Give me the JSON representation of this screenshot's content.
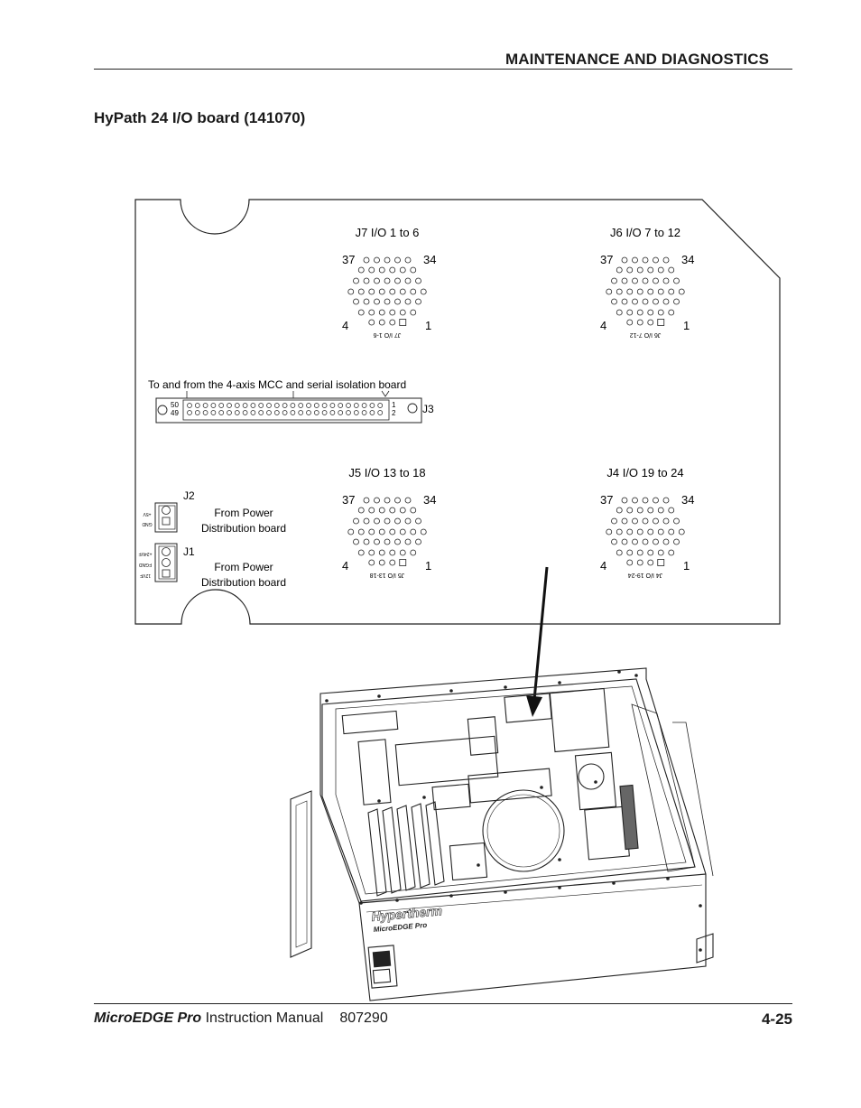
{
  "header": {
    "title": "MAINTENANCE AND DIAGNOSTICS"
  },
  "section": {
    "title": "HyPath 24 I/O board (141070)"
  },
  "board": {
    "connectors": [
      {
        "title": "J7 I/O 1 to 6",
        "pin_tl": "37",
        "pin_tr": "34",
        "pin_bl": "4",
        "pin_br": "1",
        "silk": "J7 I/O 1-6"
      },
      {
        "title": "J6 I/O 7 to 12",
        "pin_tl": "37",
        "pin_tr": "34",
        "pin_bl": "4",
        "pin_br": "1",
        "silk": "J6 I/O 7-12"
      },
      {
        "title": "J5 I/O 13 to 18",
        "pin_tl": "37",
        "pin_tr": "34",
        "pin_bl": "4",
        "pin_br": "1",
        "silk": "J5 I/O 13-18"
      },
      {
        "title": "J4 I/O 19 to 24",
        "pin_tl": "37",
        "pin_tr": "34",
        "pin_bl": "4",
        "pin_br": "1",
        "silk": "J4 I/O 19-24"
      }
    ],
    "j3": {
      "caption": "To and from the 4-axis MCC and serial isolation board",
      "label": "J3",
      "pin_top_left": "50",
      "pin_bottom_left": "49",
      "pin_top_right": "1",
      "pin_bottom_right": "2"
    },
    "j2": {
      "label": "J2",
      "desc_line1": "From Power",
      "desc_line2": "Distribution board",
      "silk_pins": [
        "+5V",
        "GND"
      ]
    },
    "j1": {
      "label": "J1",
      "desc_line1": "From Power",
      "desc_line2": "Distribution board",
      "silk_pins": [
        "+24VF",
        "FGND",
        "12VF"
      ]
    }
  },
  "chassis": {
    "brand": "Hypertherm",
    "model": "MicroEDGE Pro"
  },
  "footer": {
    "product": "MicroEDGE Pro",
    "manual": "Instruction Manual",
    "doc_number": "807290",
    "page": "4-25"
  }
}
